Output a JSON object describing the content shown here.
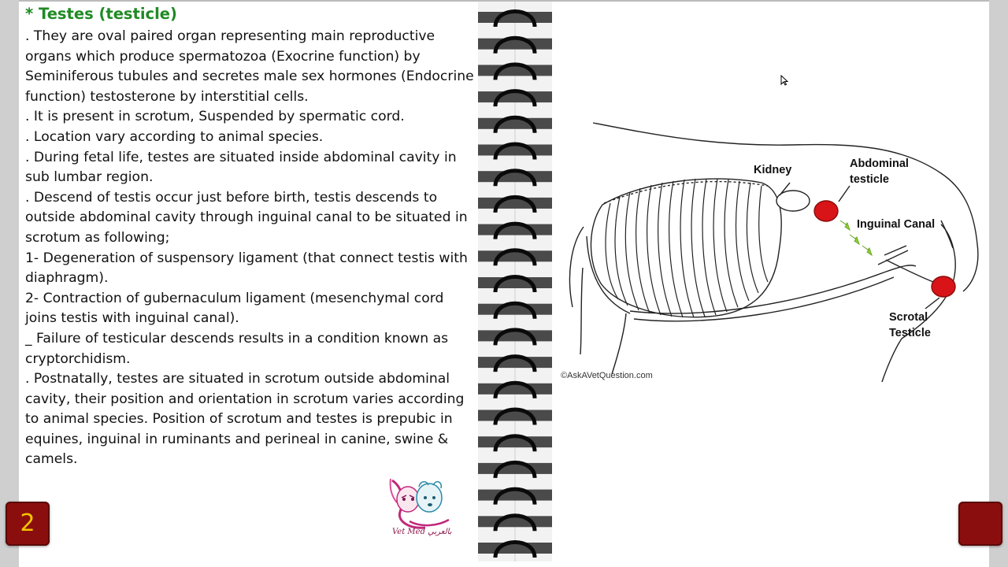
{
  "document": {
    "title": "* Testes (testicle)",
    "paragraphs": [
      ". They are oval paired organ representing main reproductive organs which produce spermatozoa (Exocrine function) by Seminiferous tubules and secretes male sex hormones (Endocrine function) testosterone by interstitial cells.",
      ". It is present in scrotum, Suspended by spermatic cord.",
      ". Location vary according to animal species.",
      ". During fetal life, testes are situated inside abdominal cavity in sub lumbar region.",
      ". Descend of testis occur just before birth, testis descends to outside abdominal cavity through inguinal canal to be situated in scrotum as following;",
      "1- Degeneration of suspensory ligament (that connect testis with diaphragm).",
      "2- Contraction of gubernaculum ligament (mesenchymal cord joins testis with inguinal canal).",
      "_ Failure of testicular descends results in a condition known as cryptorchidism.",
      ". Postnatally, testes are situated in scrotum outside abdominal cavity, their position and orientation in scrotum varies according to animal species. Position of scrotum and testes is prepubic in equines, inguinal in ruminants and perineal in canine, swine & camels."
    ]
  },
  "illustration": {
    "labels": {
      "kidney": "Kidney",
      "abdominal_testicle_1": "Abdominal",
      "abdominal_testicle_2": "testicle",
      "inguinal_canal": "Inguinal Canal",
      "scrotal_testicle_1": "Scrotal",
      "scrotal_testicle_2": "Testicle"
    },
    "copyright": "©AskAVetQuestion.com"
  },
  "logo": {
    "text": "Vet Med بالعربي"
  },
  "navigation": {
    "page_number": "2"
  },
  "colors": {
    "title": "#1f8a24",
    "badge": "#8b0e0e",
    "badge_text": "#f2c400",
    "testicle": "#d81418",
    "arrow": "#8fd13a"
  }
}
